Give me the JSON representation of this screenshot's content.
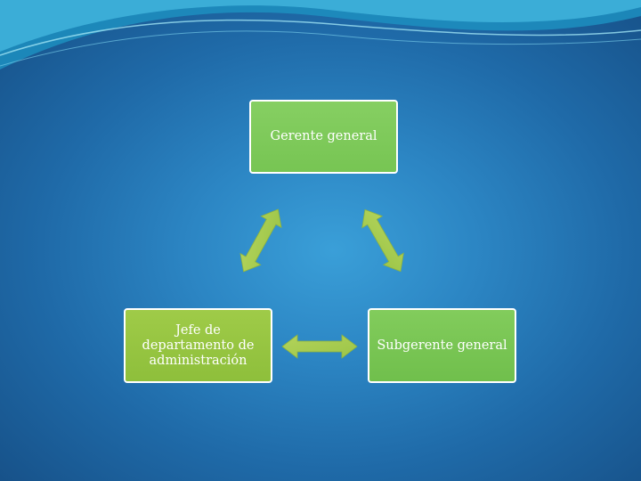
{
  "diagram": {
    "nodes": {
      "top": "Gerente general",
      "right": "Subgerente general",
      "left": "Jefe de departamento de administración"
    }
  },
  "colors": {
    "background": "#2c86c4",
    "node_fill": "#7ac554",
    "node_border": "#ffffff",
    "arrow_fill": "#a8cc4e"
  }
}
